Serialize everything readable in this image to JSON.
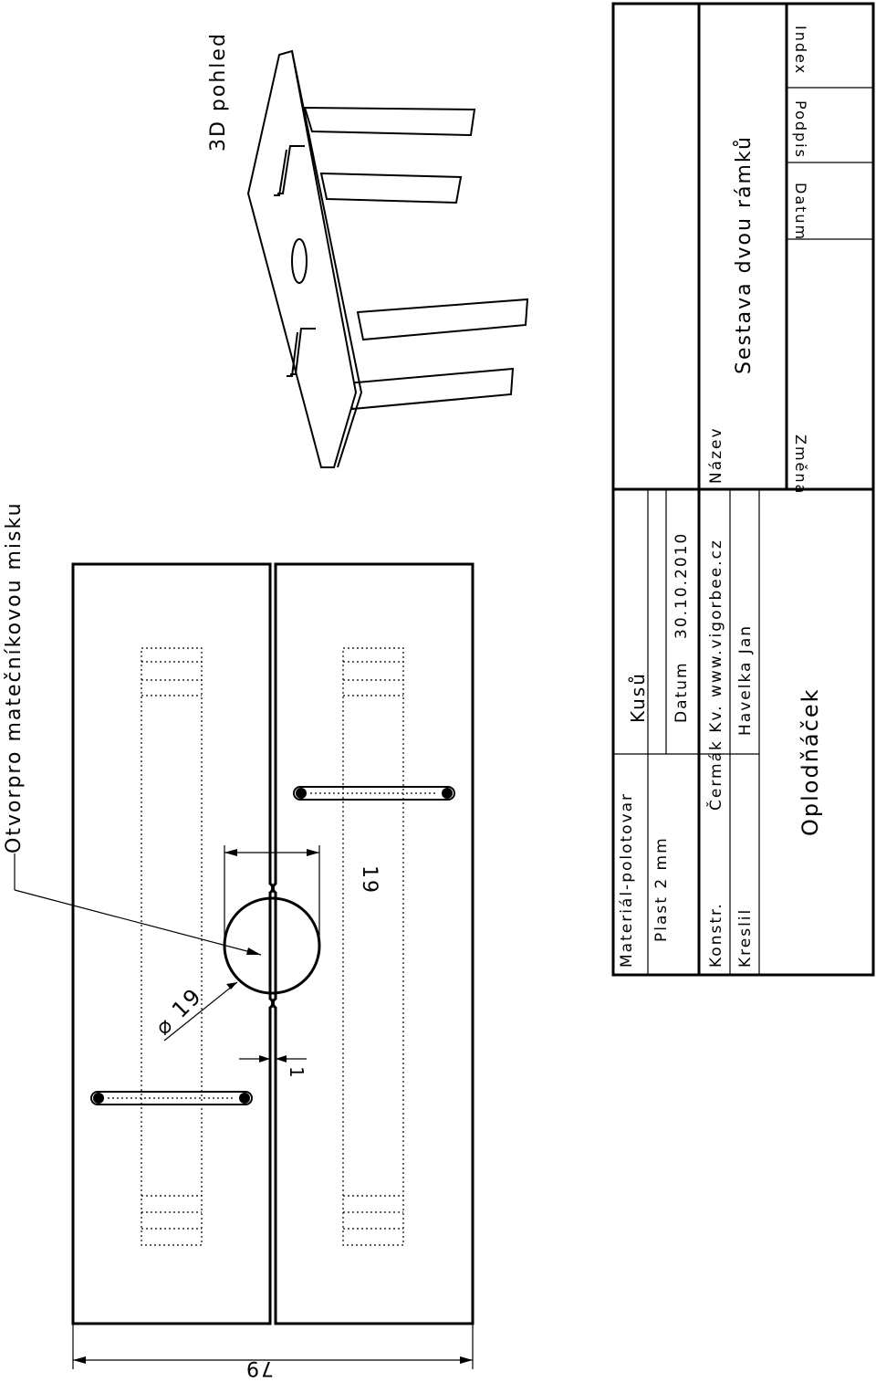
{
  "callout": {
    "text": "Otvorpro matečníkovou misku"
  },
  "view3d": {
    "title": "3D pohled"
  },
  "dimensions": {
    "width": "79",
    "hole_diameter": "⌀ 19",
    "hole_width": "19",
    "gap": "1"
  },
  "title_block": {
    "material_label": "Materiál-polotovar",
    "material_value": "Plast 2 mm",
    "pieces_label": "Kusů",
    "date_label": "Datum",
    "date_value": "30.10.2010",
    "designer_label": "Konstr.",
    "designer_value": "Čermák Kv. www.vigorbee.cz",
    "drawn_label": "Kreslil",
    "drawn_value": "Havelka Jan",
    "part_name": "Oplodňáček",
    "name_label": "Název",
    "name_value": "Sestava dvou rámků",
    "change_label": "Změna",
    "date2_label": "Datum",
    "signature_label": "Podpis",
    "index_label": "Index"
  }
}
